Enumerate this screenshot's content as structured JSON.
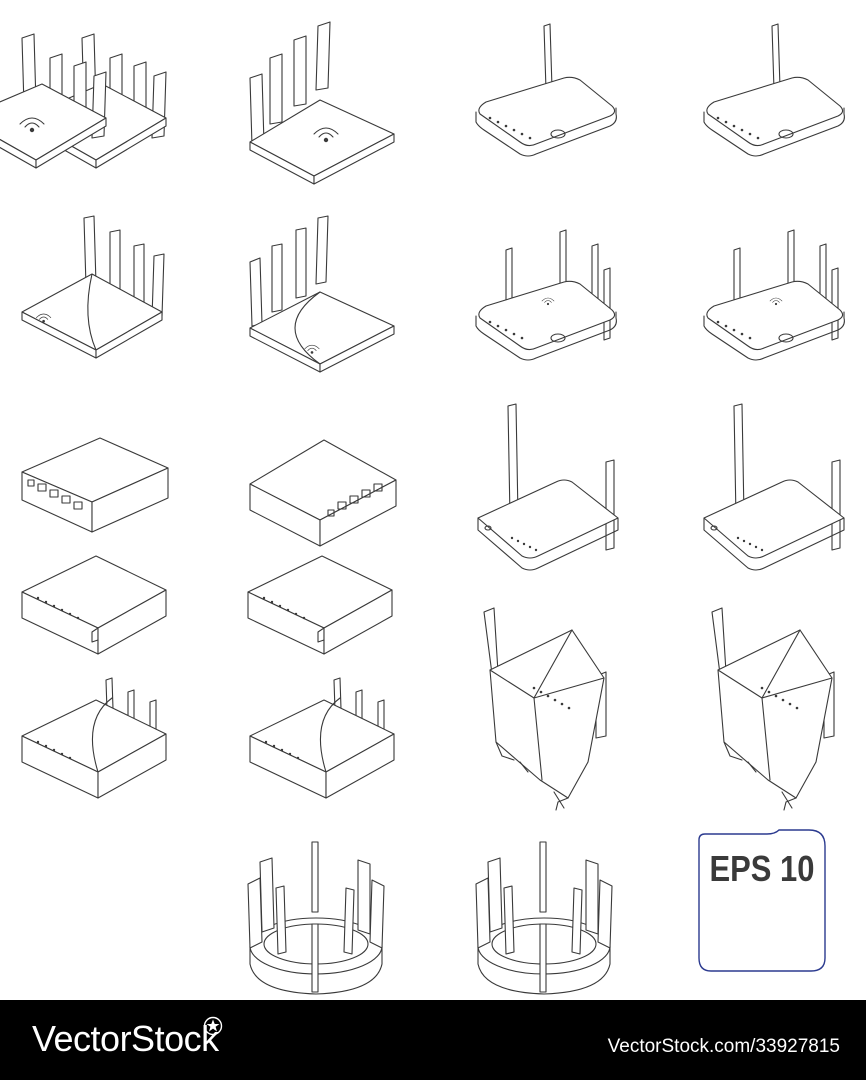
{
  "badge": {
    "text": "EPS 10",
    "border_color": "#2b3a8f"
  },
  "footer": {
    "brand": "VectorStock",
    "brand_mark": "registered-star-icon",
    "stock_id": "VectorStock.com/33927815",
    "background": "#000000",
    "text_color": "#ffffff"
  },
  "illustration": {
    "style": "isometric outline line-art",
    "stroke_color": "#3a3a3a",
    "items": [
      "router-four-antennas-wifi-left",
      "router-four-antennas-wifi-right",
      "router-single-antenna-left",
      "router-single-antenna-right",
      "router-curved-lid-left",
      "router-curved-lid-right",
      "router-four-antennas-rounded-left",
      "router-four-antennas-rounded-right",
      "switch-ports-left",
      "switch-ports-right",
      "router-two-antennas-left",
      "router-two-antennas-right",
      "modem-flat-left",
      "modem-flat-right",
      "router-gaming-stand-left",
      "router-gaming-stand-right",
      "modem-antennas-left",
      "modem-antennas-right",
      "router-circular-left",
      "router-circular-right"
    ]
  }
}
